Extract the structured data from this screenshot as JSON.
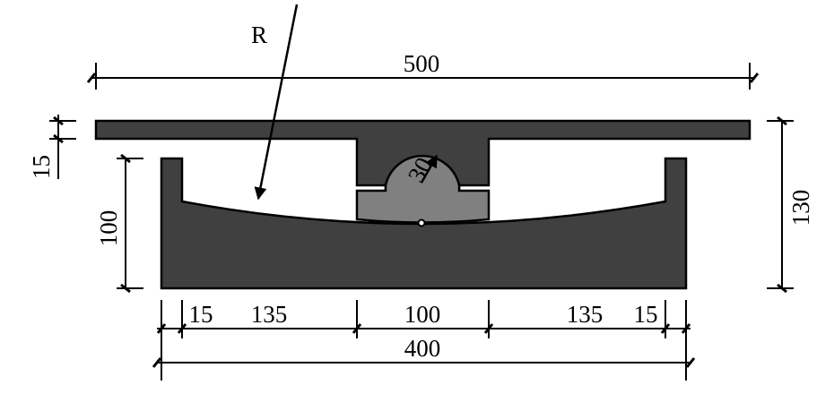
{
  "labels": {
    "radius": "R",
    "overall_width_top": "500",
    "top_plate_thickness": "15",
    "wall_height": "100",
    "overall_height": "130",
    "ball_radius": "30",
    "bottom_segments": [
      "15",
      "135",
      "100",
      "135",
      "15"
    ],
    "base_width": "400"
  },
  "colors": {
    "dark_fill": "#404040",
    "light_fill": "#808080",
    "line": "#000000"
  }
}
